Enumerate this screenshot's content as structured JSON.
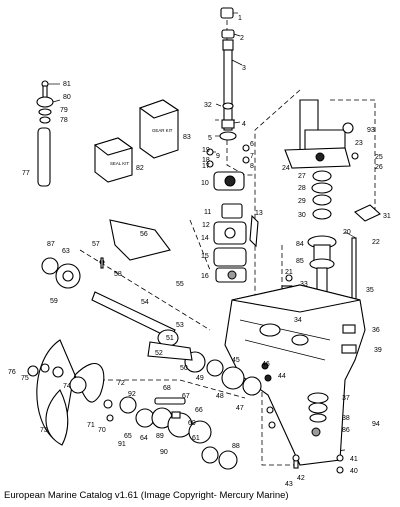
{
  "caption": "European Marine Catalog v1.61 (Image Copyright- Mercury Marine)",
  "kit_labels": {
    "part_82": "SEAL KIT",
    "part_83": "GEAR KIT"
  },
  "callouts": [
    "1",
    "2",
    "3",
    "4",
    "5",
    "6",
    "7",
    "8",
    "9",
    "10",
    "11",
    "12",
    "13",
    "14",
    "15",
    "16",
    "17",
    "18",
    "19",
    "20",
    "21",
    "22",
    "23",
    "24",
    "25",
    "26",
    "27",
    "28",
    "29",
    "30",
    "31",
    "32",
    "33",
    "34",
    "35",
    "36",
    "37",
    "38",
    "39",
    "40",
    "41",
    "42",
    "43",
    "44",
    "45",
    "46",
    "47",
    "48",
    "49",
    "50",
    "51",
    "52",
    "53",
    "54",
    "55",
    "56",
    "57",
    "58",
    "59",
    "61",
    "63",
    "64",
    "65",
    "66",
    "67",
    "68",
    "69",
    "70",
    "71",
    "72",
    "73",
    "74",
    "75",
    "76",
    "77",
    "78",
    "79",
    "80",
    "81",
    "82",
    "83",
    "84",
    "85",
    "86",
    "87",
    "88",
    "89",
    "90",
    "91",
    "92",
    "93",
    "94"
  ]
}
